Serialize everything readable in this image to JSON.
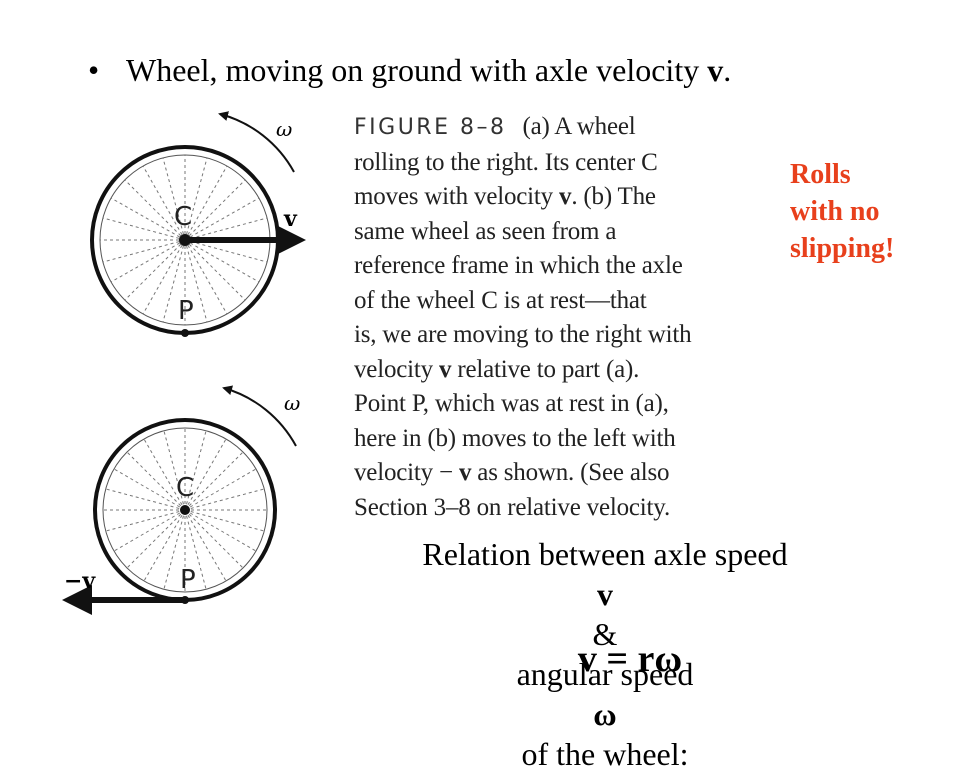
{
  "bullet": {
    "marker": "•",
    "text": "Wheel, moving on ground with axle velocity ",
    "bold_v": "v",
    "end": "."
  },
  "figure": {
    "upper_omega": "ω",
    "upper_c": "C",
    "upper_v": "v",
    "upper_p": "P",
    "lower_omega": "ω",
    "lower_c": "C",
    "lower_minus_v": "−v",
    "lower_p": "P"
  },
  "caption": {
    "figure_label": "FIGURE 8–8",
    "line1": "(a) A wheel",
    "line2": "rolling to the right. Its center C",
    "line3_pre": "moves with velocity ",
    "line3_bold": "v",
    "line3_post": ". (b) The",
    "line4": "same wheel as seen from a",
    "line5": "reference frame in which the axle",
    "line6": "of the wheel C is at rest—that",
    "line7": "is, we are moving to the right with",
    "line8_pre": "velocity ",
    "line8_bold": "v",
    "line8_post": " relative to part (a).",
    "line9": "Point P, which was at rest in (a),",
    "line10": "here in (b) moves to the left with",
    "line11_pre": "velocity − ",
    "line11_bold": "v",
    "line11_post": " as shown. (See also",
    "line12": "Section 3–8 on relative velocity."
  },
  "note": {
    "line1": "Rolls",
    "line2": "with no",
    "line3": "slipping!",
    "color": "#e8401c"
  },
  "relation": {
    "line1_pre": "Relation between axle speed ",
    "line1_bold": "v",
    "line1_post": " &",
    "line2_pre": "angular speed ",
    "line2_bold": "ω",
    "line2_post": " of the wheel:"
  },
  "formula": "v = rω"
}
